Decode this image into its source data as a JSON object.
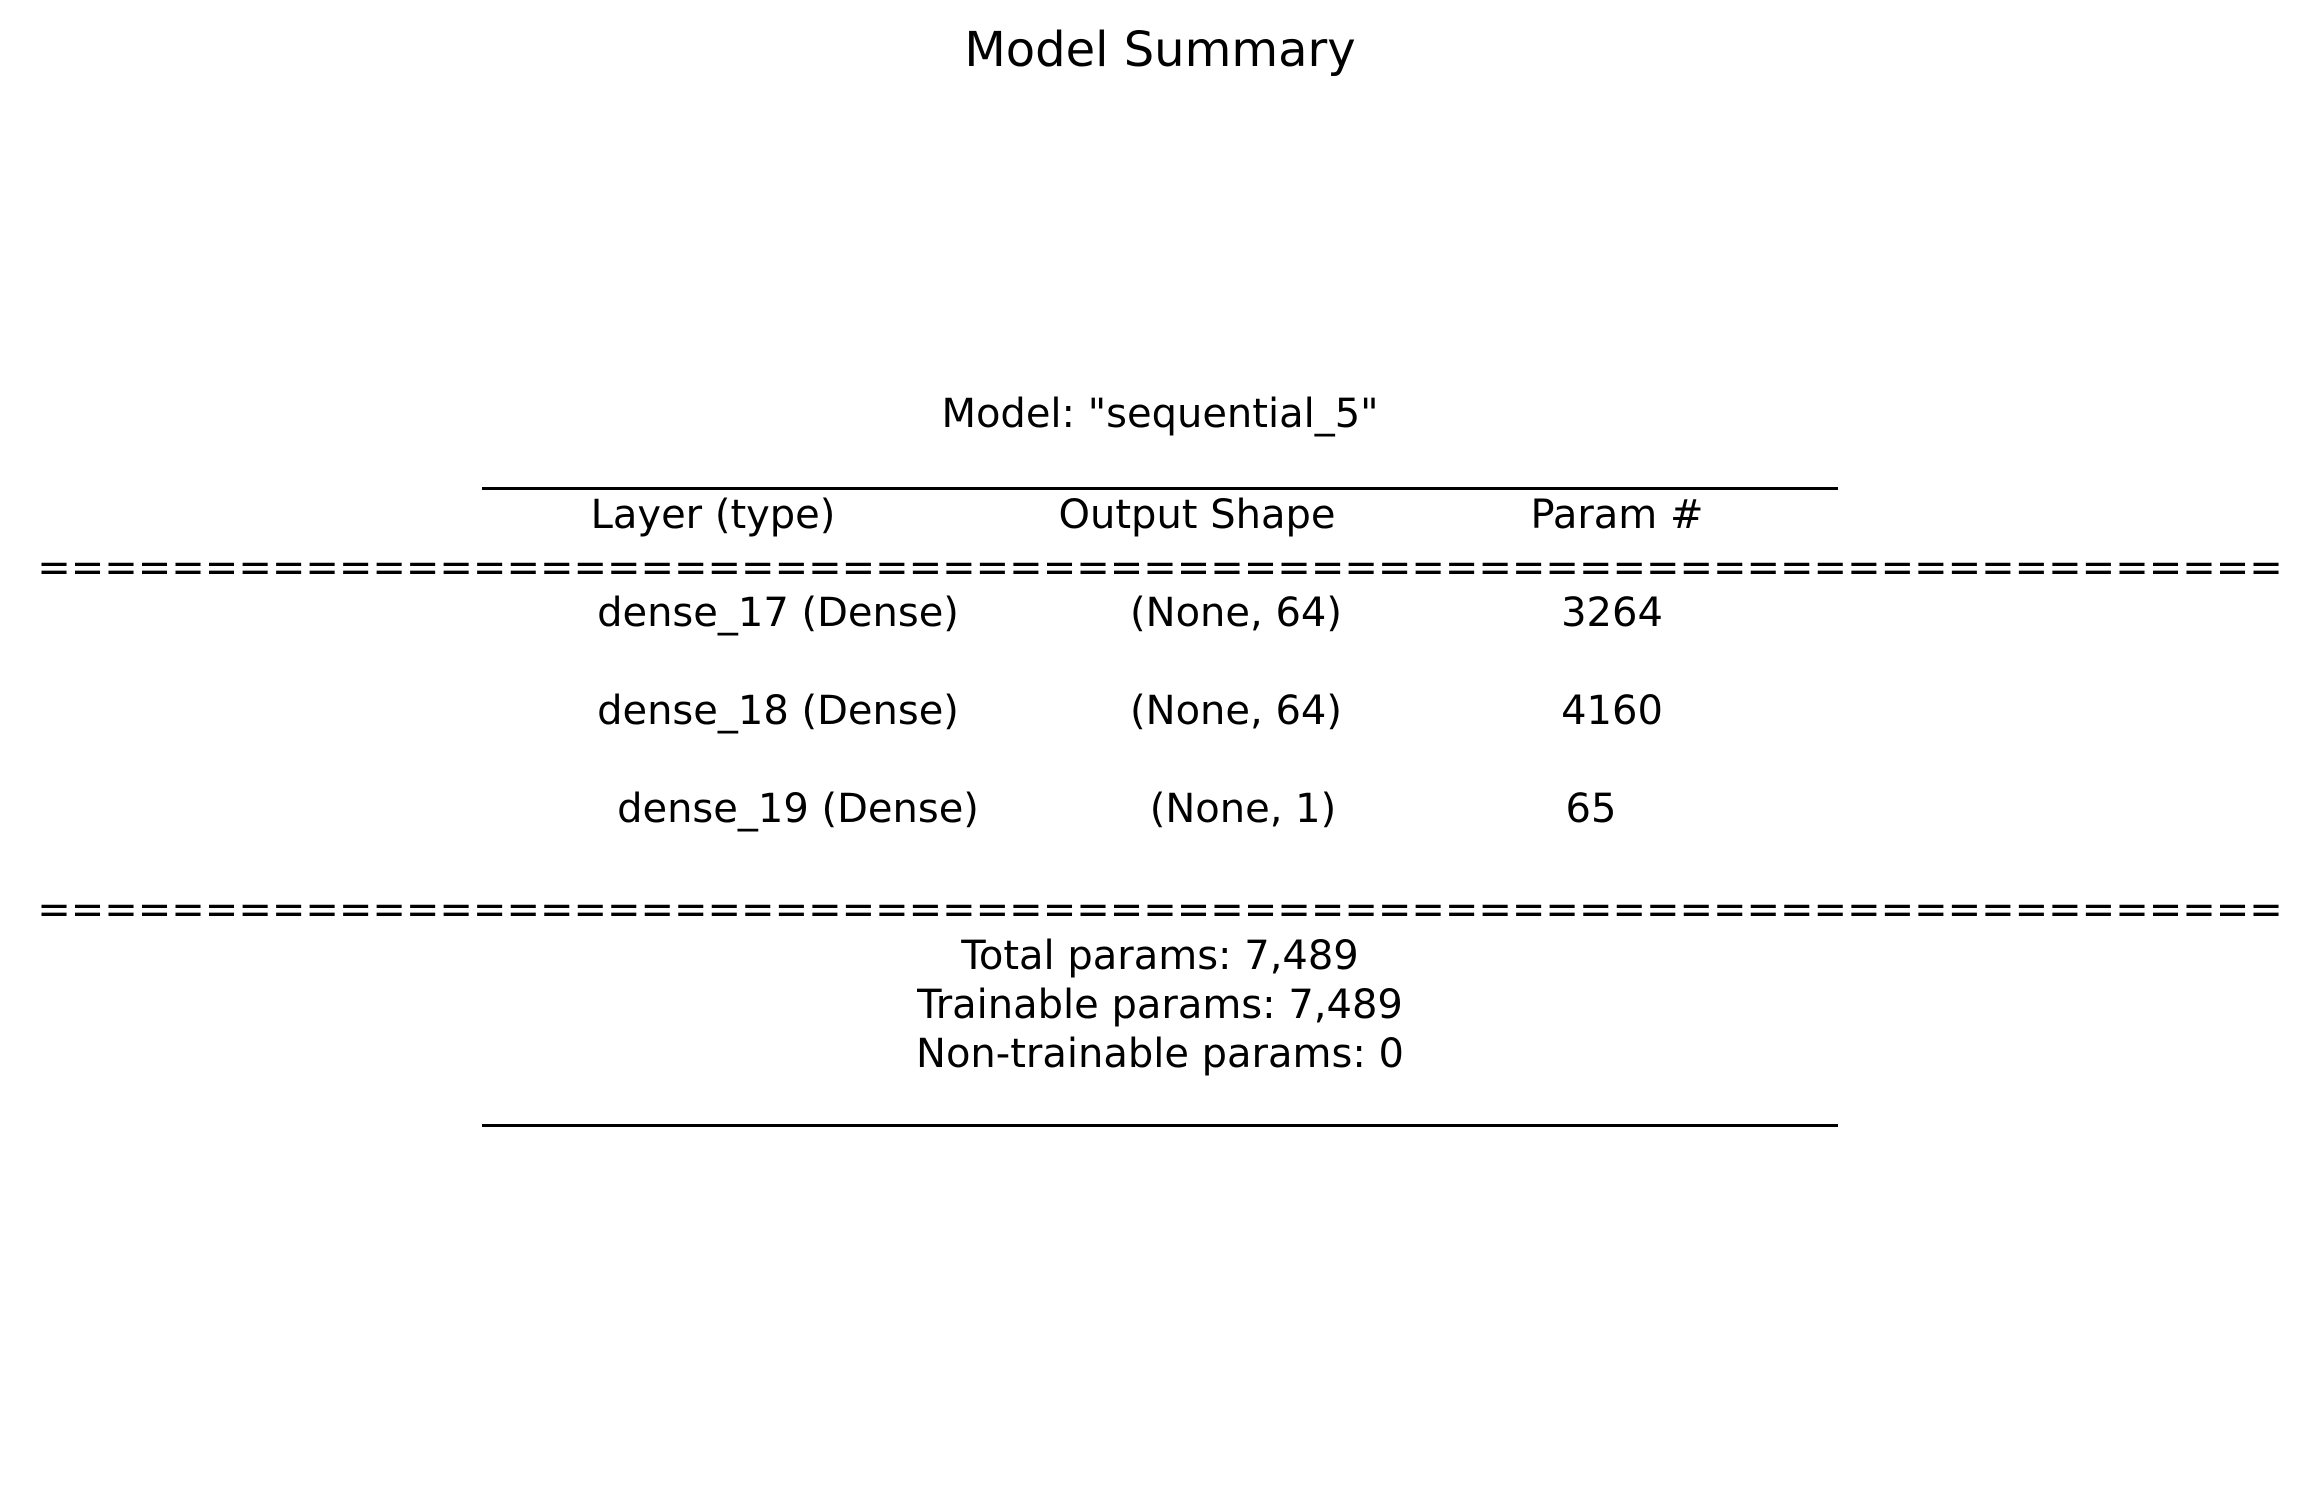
{
  "title": "Model Summary",
  "model_label": "Model: \"sequential_5\"",
  "columns": [
    "Layer (type)",
    "Output Shape",
    "Param #"
  ],
  "separator": "===================================================================",
  "layers": [
    {
      "layer": "dense_17 (Dense)",
      "output_shape": "(None, 64)",
      "params": "3264"
    },
    {
      "layer": "dense_18 (Dense)",
      "output_shape": "(None, 64)",
      "params": "4160"
    },
    {
      "layer": "dense_19 (Dense)",
      "output_shape": "(None, 1)",
      "params": "65"
    }
  ],
  "totals": {
    "total": "Total params: 7,489",
    "trainable": "Trainable params: 7,489",
    "non_trainable": "Non-trainable params: 0"
  }
}
